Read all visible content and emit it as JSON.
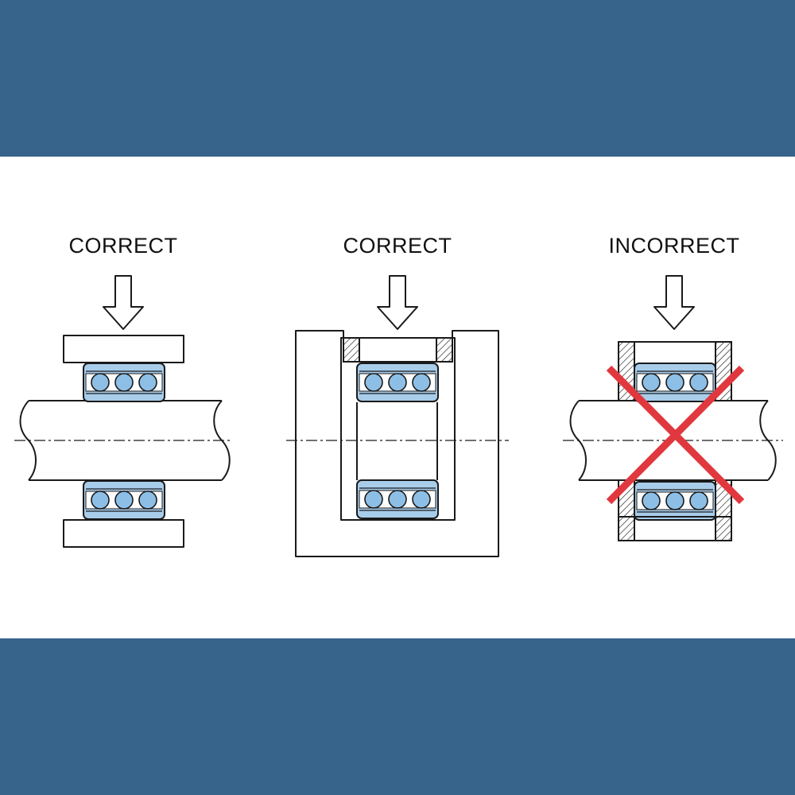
{
  "colors": {
    "band": "#36648B",
    "bearing_fill": "#A8CDEB",
    "ball_fill": "#8DBFE6",
    "line": "#1A1A1A",
    "cross": "#E0383E"
  },
  "panels": [
    {
      "label": "CORRECT"
    },
    {
      "label": "CORRECT"
    },
    {
      "label": "INCORRECT"
    }
  ],
  "icons": [
    "down-arrow-icon",
    "cross-icon"
  ]
}
